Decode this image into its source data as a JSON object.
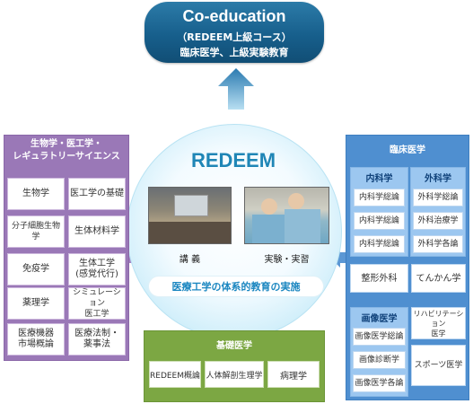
{
  "top": {
    "title": "Co-education",
    "subtitle": "（REDEEM上級コース）",
    "description": "臨床医学、上級実験教育"
  },
  "center": {
    "title": "REDEEM",
    "photo_captions": [
      "講 義",
      "実験・実習"
    ],
    "motto": "医療工学の体系的教育の実施"
  },
  "left_panel": {
    "title_lines": [
      "生物学・医工学・",
      "レギュラトリーサイエンス"
    ],
    "items": [
      [
        "生物学"
      ],
      [
        "医工学の基礎"
      ],
      [
        "分子細胞生物学"
      ],
      [
        "生体材料学"
      ],
      [
        "免疫学"
      ],
      [
        "生体工学",
        "(感覚代行)"
      ],
      [
        "薬理学"
      ],
      [
        "シミュレーション",
        "医工学"
      ],
      [
        "医療機器",
        "市場概論"
      ],
      [
        "医療法制・",
        "薬事法"
      ]
    ]
  },
  "right_panel": {
    "title": "臨床医学",
    "surgery": {
      "internal_title": "内科学",
      "external_title": "外科学",
      "internal_items": [
        "内科学総論",
        "内科学総論",
        "内科学総論"
      ],
      "external_items": [
        "外科学総論",
        "外科治療学",
        "外科学各論"
      ]
    },
    "middle_items": [
      "整形外科",
      "てんかん学"
    ],
    "imaging": {
      "title": "画像医学",
      "items": [
        "画像医学総論",
        "画像診断学",
        "画像医学各論"
      ]
    },
    "side_items": [
      [
        "リハビリテーション",
        "医学"
      ],
      [
        "スポーツ医学"
      ]
    ]
  },
  "bottom_panel": {
    "title": "基礎医学",
    "items": [
      "REDEEM概論",
      "人体解剖生理学",
      "病理学"
    ]
  },
  "colors": {
    "top": "#175f8c",
    "left": "#9a78b7",
    "right": "#4f8fd0",
    "bottom": "#7ca743",
    "accent": "#1f86b6"
  }
}
